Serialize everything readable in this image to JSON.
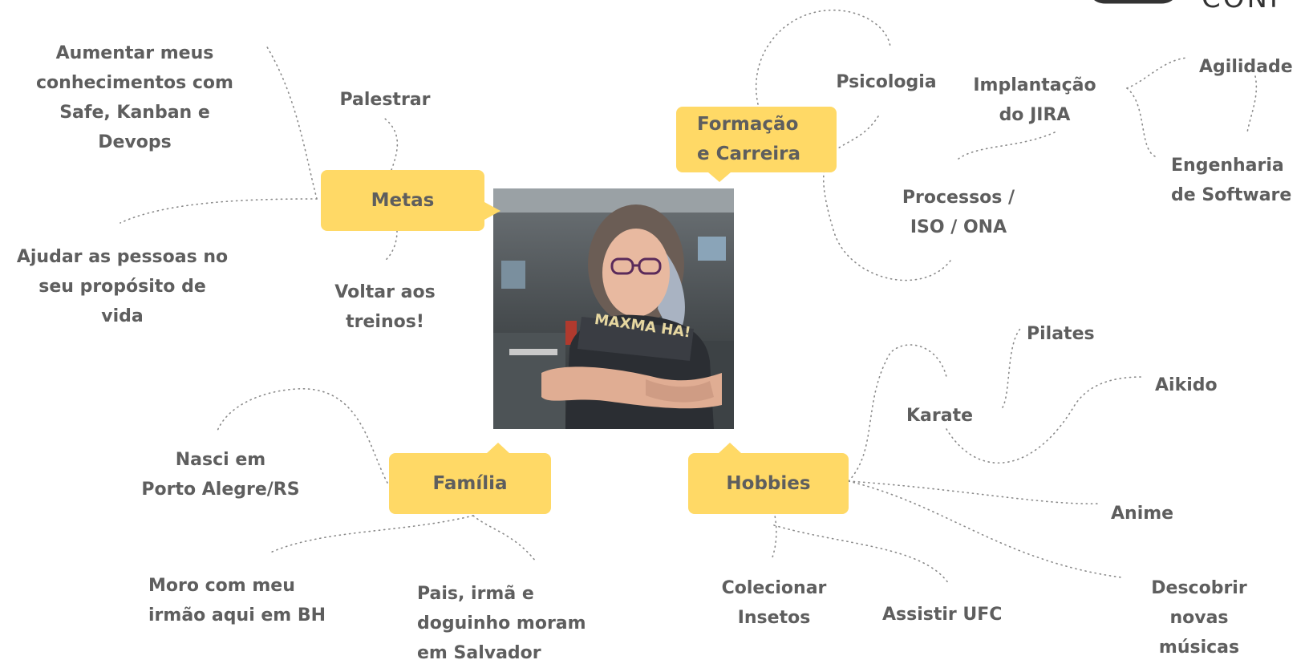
{
  "logo": {
    "text": "CONF",
    "color": "#333333"
  },
  "colors": {
    "bubble": "#ffd966",
    "text": "#5e5e5e",
    "connector": "#8a8a8a"
  },
  "photo": {
    "alt": ""
  },
  "categories": {
    "metas": {
      "label": "Metas"
    },
    "formacao": {
      "lines": [
        "Formação",
        "e Carreira"
      ]
    },
    "familia": {
      "label": "Família"
    },
    "hobbies": {
      "label": "Hobbies"
    }
  },
  "leaves": {
    "metas": {
      "aumentar": [
        "Aumentar meus",
        "conhecimentos com",
        "Safe, Kanban e",
        "Devops"
      ],
      "palestrar": [
        "Palestrar"
      ],
      "ajudar": [
        "Ajudar as pessoas no",
        "seu propósito de",
        "vida"
      ],
      "voltar": [
        "Voltar aos",
        "treinos!"
      ]
    },
    "formacao": {
      "psicologia": [
        "Psicologia"
      ],
      "jira": [
        "Implantação",
        "do JIRA"
      ],
      "agilidade": [
        "Agilidade"
      ],
      "engenharia": [
        "Engenharia",
        "de Software"
      ],
      "processos": [
        "Processos /",
        "ISO / ONA"
      ]
    },
    "familia": {
      "nasci": [
        "Nasci em",
        "Porto Alegre/RS"
      ],
      "moro": [
        "Moro com meu",
        "irmão aqui em BH"
      ],
      "pais": [
        "Pais, irmã e",
        "doguinho moram",
        "em Salvador"
      ]
    },
    "hobbies": {
      "pilates": [
        "Pilates"
      ],
      "aikido": [
        "Aikido"
      ],
      "karate": [
        "Karate"
      ],
      "anime": [
        "Anime"
      ],
      "colecionar": [
        "Colecionar",
        "Insetos"
      ],
      "ufc": [
        "Assistir UFC"
      ],
      "musicas": [
        "Descobrir",
        "novas",
        "músicas"
      ]
    }
  }
}
